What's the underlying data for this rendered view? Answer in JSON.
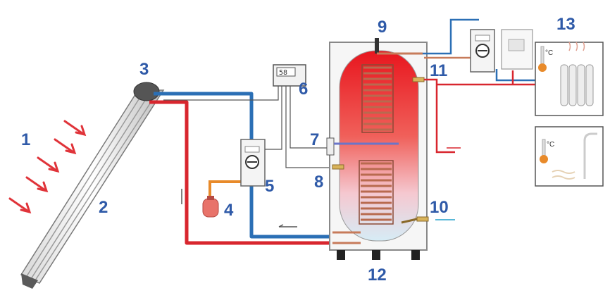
{
  "labels": {
    "sun_rays": "1",
    "collector": "2",
    "collector_sensor": "3",
    "expansion_vessel": "4",
    "pump_station": "5",
    "controller": "6",
    "tank_sensor": "7",
    "return_sensor": "8",
    "hot_outlet": "9",
    "cold_inlet": "10",
    "upper_sensor": "11",
    "tank_base": "12",
    "consumers": "13"
  },
  "controller_display": "58",
  "room_symbol": "°C",
  "shower_symbol": "°C",
  "colors": {
    "hot_pipe": "#d8262e",
    "cold_pipe": "#2b6fb5",
    "copper": "#c77b5a",
    "label_blue": "#2f5aa8",
    "sun_arrow": "#e0343a"
  }
}
